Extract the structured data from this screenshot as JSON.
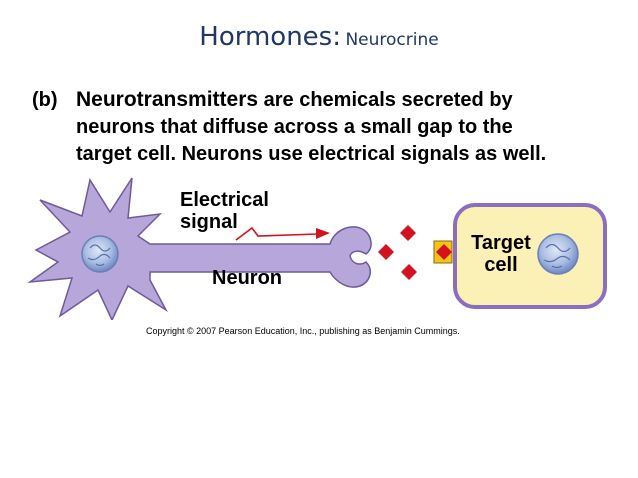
{
  "header": {
    "title_main": "Hormones:",
    "title_sub": "Neurocrine"
  },
  "paragraph": {
    "label": "(b)",
    "term": "Neurotransmitters",
    "line1_rest": " are chemicals secreted by",
    "line2": "neurons that diffuse across a small gap to the",
    "line3": "target cell. Neurons use electrical signals as well."
  },
  "diagram": {
    "signal_label_1": "Electrical",
    "signal_label_2": "signal",
    "neuron_label": "Neuron",
    "target_label_1": "Target",
    "target_label_2": "cell",
    "colors": {
      "neuron_fill": "#b7a6d9",
      "neuron_stroke": "#6f5a9a",
      "nucleus": "#9db1dd",
      "target_fill": "#fbf0b5",
      "target_stroke": "#8a6fbf",
      "molecule": "#d4111e",
      "receptor": "#f3c316",
      "arrow": "#d4111e"
    }
  },
  "footer": {
    "copyright": "Copyright © 2007 Pearson Education, Inc., publishing as Benjamin Cummings."
  }
}
